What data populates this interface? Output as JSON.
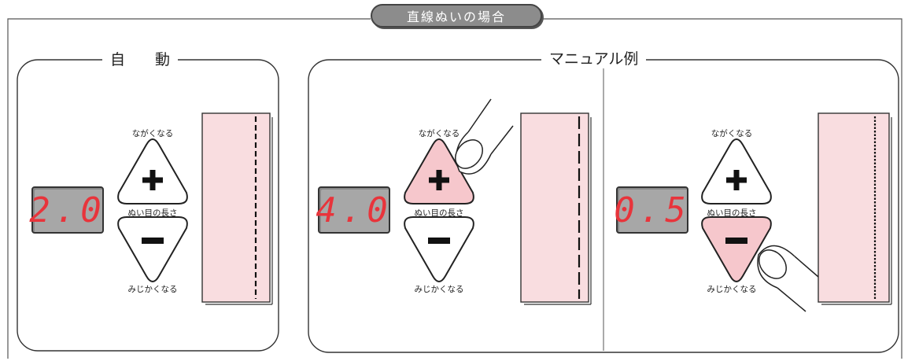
{
  "title": "直線ぬいの場合",
  "colors": {
    "display_bg": "#a7a7a7",
    "digit": "#e8343b",
    "fabric": "#f9dde0",
    "active_button": "#f6c7cc",
    "pill": "#8c8c8c"
  },
  "sections": {
    "auto": {
      "label": "自　　動"
    },
    "manual": {
      "label": "マニュアル例"
    }
  },
  "panels": [
    {
      "id": "auto",
      "display_value": "2.0",
      "longer_label": "ながくなる",
      "stitch_length_label": "ぬい目の長さ",
      "shorter_label": "みじかくなる",
      "plus_symbol": "+",
      "minus_symbol": "−",
      "active_button": "none",
      "stitch_density": "medium"
    },
    {
      "id": "manual-long",
      "display_value": "4.0",
      "longer_label": "ながくなる",
      "stitch_length_label": "ぬい目の長さ",
      "shorter_label": "みじかくなる",
      "plus_symbol": "+",
      "minus_symbol": "−",
      "active_button": "plus",
      "stitch_density": "long"
    },
    {
      "id": "manual-short",
      "display_value": "0.5",
      "longer_label": "ながくなる",
      "stitch_length_label": "ぬい目の長さ",
      "shorter_label": "みじかくなる",
      "plus_symbol": "+",
      "minus_symbol": "−",
      "active_button": "minus",
      "stitch_density": "short"
    }
  ]
}
